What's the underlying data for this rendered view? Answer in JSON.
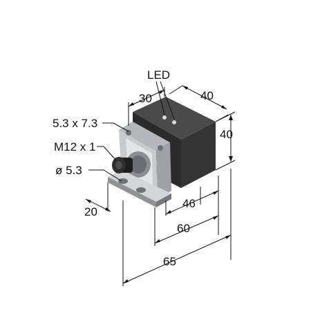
{
  "labels": {
    "led": "LED",
    "width_top": "30",
    "depth_top": "40",
    "height": "40",
    "slot": "5.3 x 7.3",
    "connector": "M12 x 1",
    "hole": "ø 5.3",
    "foot": "20",
    "dim_46": "46",
    "dim_60": "60",
    "dim_65": "65"
  },
  "colors": {
    "body_dark": "#2b2b2b",
    "body_side": "#3a3a3a",
    "body_top": "#4a4a4a",
    "housing_grey": "#c9cacc",
    "housing_light": "#e3e4e6",
    "housing_shadow": "#9fa1a4",
    "connector_dark": "#1e1e1e",
    "line": "#111111"
  }
}
